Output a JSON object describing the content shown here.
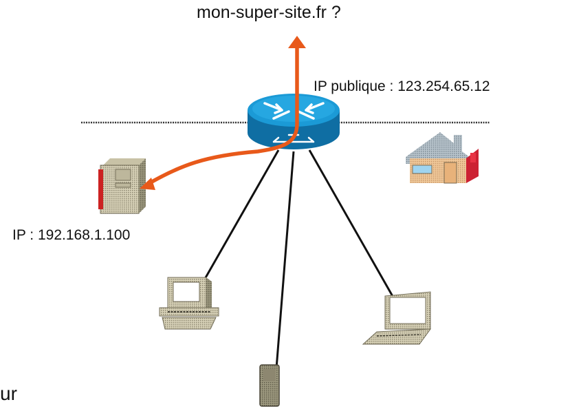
{
  "diagram": {
    "domain_label": "mon-super-site.fr ?",
    "public_ip_label": "IP publique : 123.254.65.12",
    "server_ip_label": "IP : 192.168.1.100",
    "cut_label": "ur"
  },
  "colors": {
    "request_arrow": "#e8591a",
    "router_top": "#1b9ad6",
    "router_side": "#0f6ea3",
    "cable": "#111111",
    "boundary": "#333333"
  },
  "icons": [
    "router-icon",
    "server-icon",
    "house-icon",
    "desktop-computer-icon",
    "laptop-icon",
    "phone-icon"
  ]
}
